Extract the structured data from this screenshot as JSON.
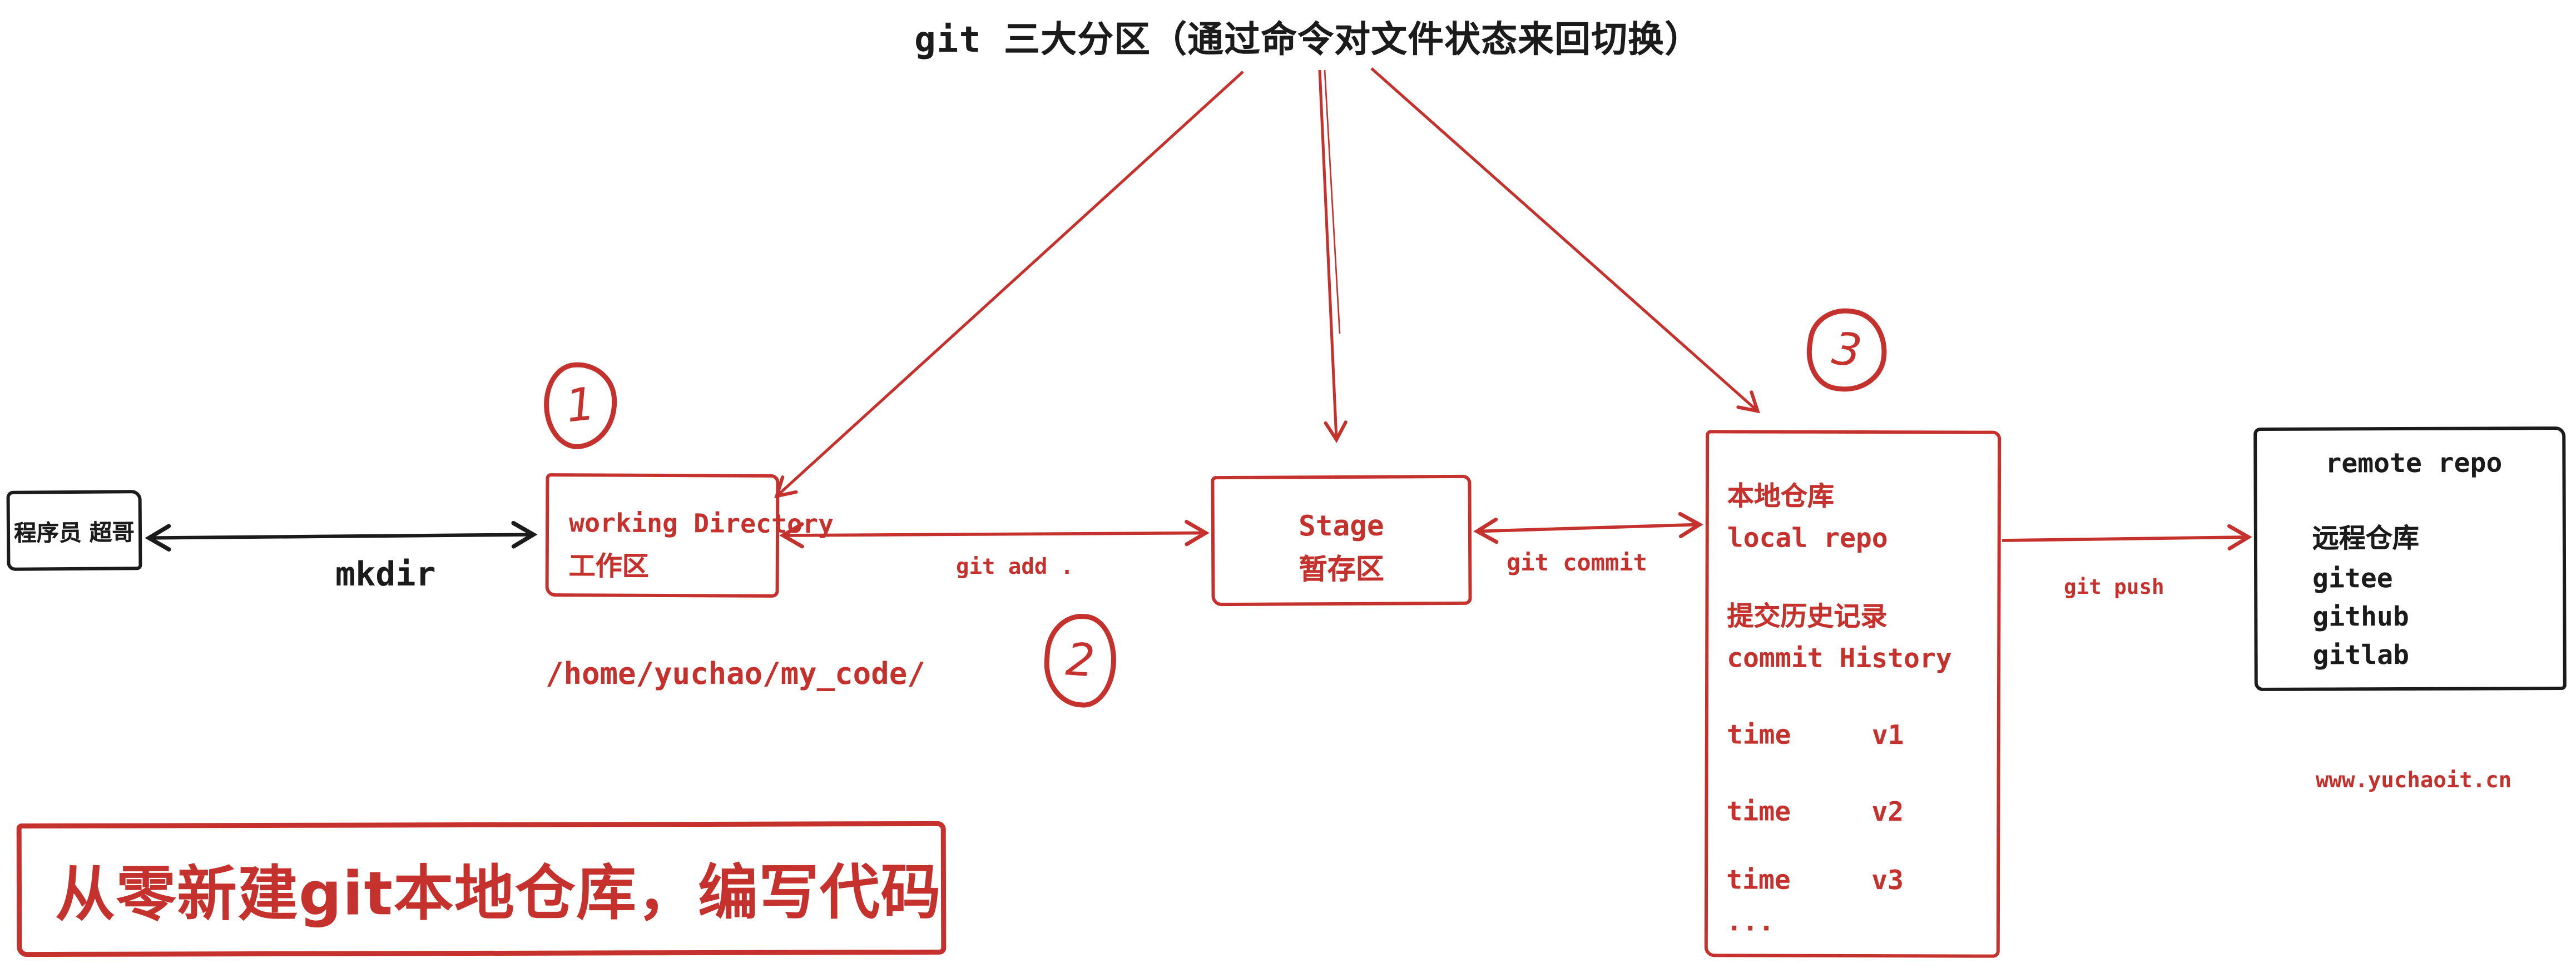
{
  "title": "git 三大分区（通过命令对文件状态来回切换）",
  "programmer": {
    "label": "程序员 超哥"
  },
  "commands": {
    "mkdir": "mkdir",
    "git_add": "git add .",
    "git_commit": "git commit",
    "git_push": "git push"
  },
  "working": {
    "step": "1",
    "name": "working Directory",
    "name_cn": "工作区",
    "path": "/home/yuchao/my_code/"
  },
  "stage": {
    "step": "2",
    "name": "Stage",
    "name_cn": "暂存区"
  },
  "local": {
    "step": "3",
    "title_cn": "本地仓库",
    "title_en": "local repo",
    "subtitle_cn": "提交历史记录",
    "subtitle_en": "commit History",
    "history": [
      {
        "label": "time",
        "version": "v1"
      },
      {
        "label": "time",
        "version": "v2"
      },
      {
        "label": "time",
        "version": "v3"
      }
    ],
    "ellipsis": "..."
  },
  "remote": {
    "title": "remote repo",
    "title_cn": "远程仓库",
    "providers": [
      "gitee",
      "github",
      "gitlab"
    ]
  },
  "banner": "从零新建git本地仓库，编写代码",
  "watermark": "www.yuchaoit.cn",
  "colors": {
    "red": "#c5322d",
    "black": "#1b1b1b"
  }
}
